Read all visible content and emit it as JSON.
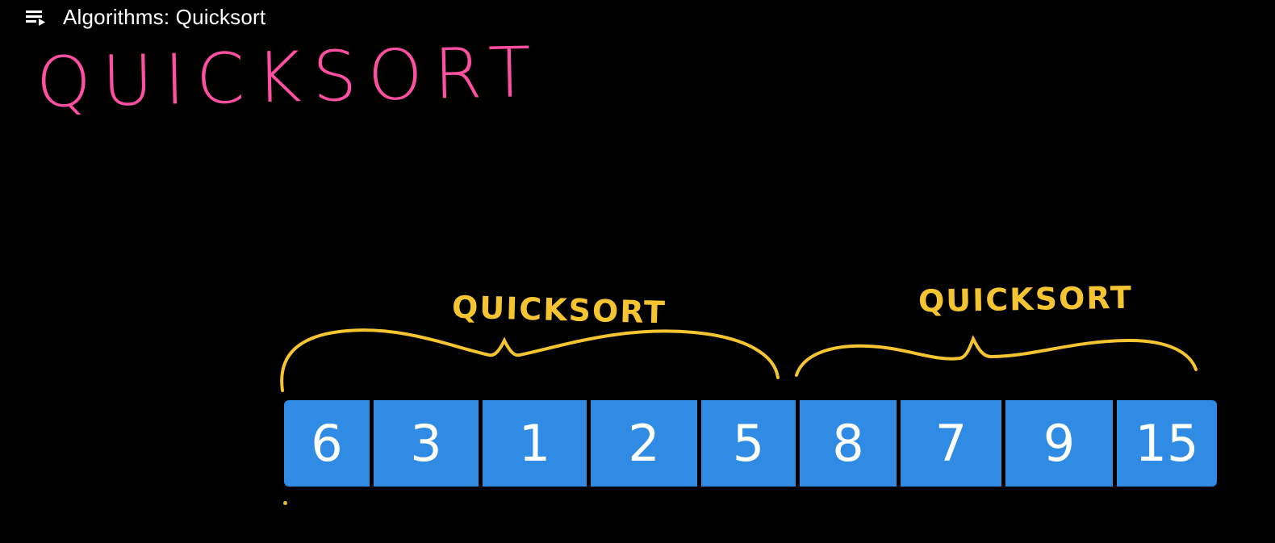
{
  "header": {
    "title": "Algorithms: Quicksort",
    "icon": "playlist-icon"
  },
  "canvas": {
    "heading": "QUICKSORT",
    "brace_labels": [
      "QUICKSORT",
      "QUICKSORT"
    ],
    "array": [
      "6",
      "3",
      "1",
      "2",
      "5",
      "8",
      "7",
      "9",
      "15"
    ]
  },
  "colors": {
    "background": "#000000",
    "heading": "#ff4fa3",
    "brace": "#f5c431",
    "cell": "#2f8be3",
    "cell_text": "#ffffff"
  }
}
